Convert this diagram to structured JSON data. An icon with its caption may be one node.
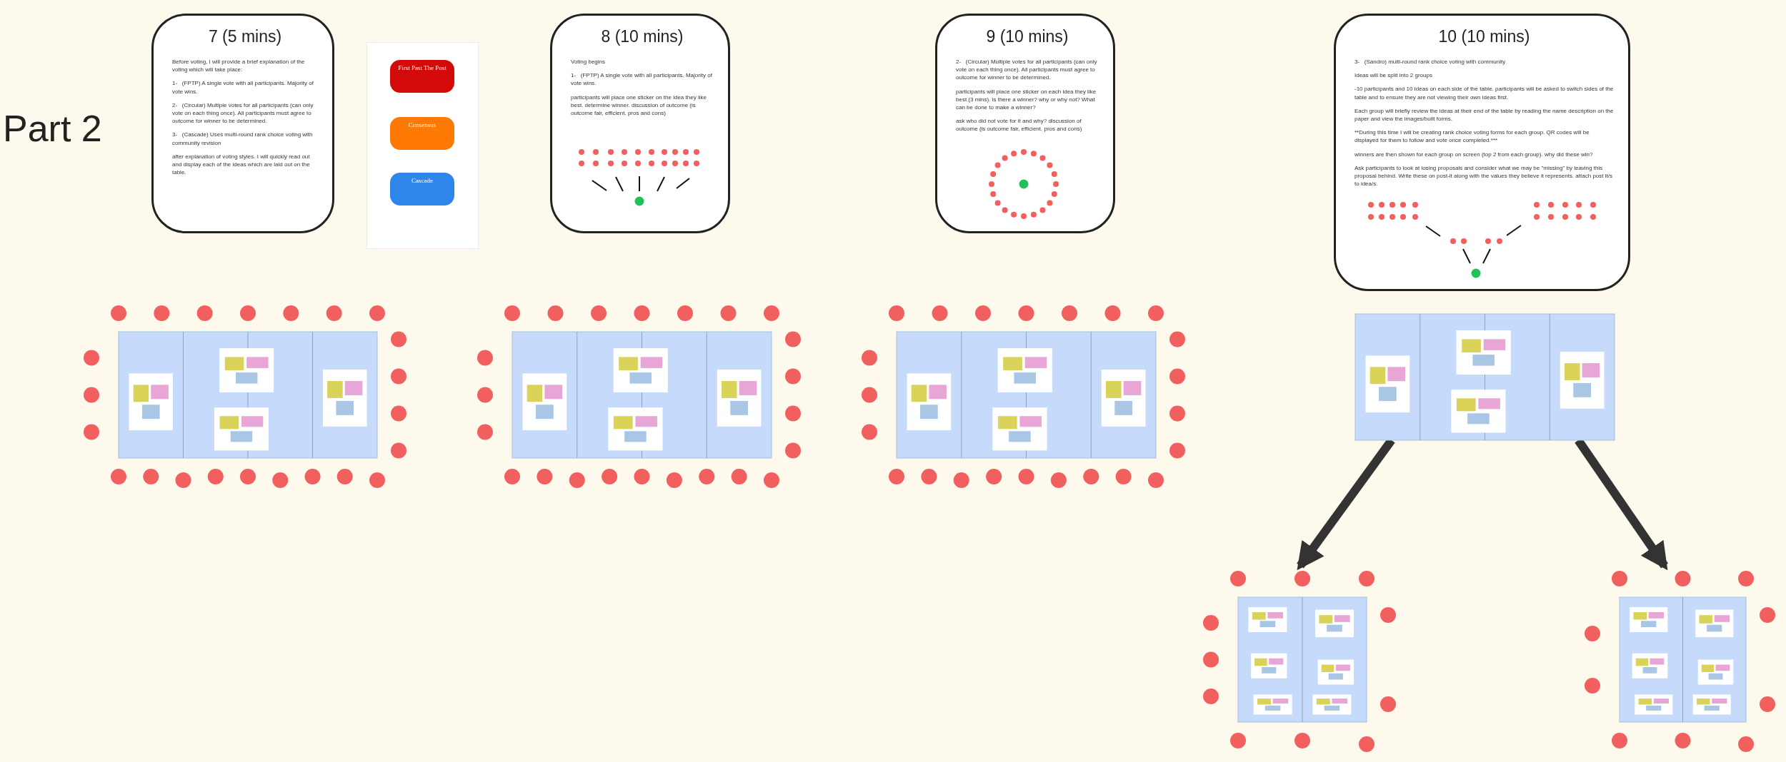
{
  "diagram": {
    "title": "Part 2",
    "nodes": [
      {
        "text": [
          "7 (5 mins)",
          "Before voting, I will provide a brief explanation of the voting which will take place:",
          "1-   (FPTP) A single vote with all participants. Majority of vote wins.",
          "2-   (Circular) Multiple votes for all participants (can only vote on each thing once). All participants must agree to outcome for winner to be determined.",
          "3-   (Cascade) Uses multi-round rank choice voting with community revision",
          "after explanation of voting styles. I will quickly read out and display each of the ideas which are laid out on the table."
        ]
      },
      {
        "text": [
          "8 (10 mins)",
          "Voting begins",
          "1-   (FPTP) A single vote with all participants. Majority of vote wins.",
          "participants will place one sticker on the idea they like best. determine winner. discussion of outcome (is outcome fair, efficient. pros and cons)"
        ]
      },
      {
        "text": [
          "9 (10 mins)",
          "2-   (Circular) Multiple votes for all participants (can only vote on each thing once). All participants must agree to outcome for winner to be determined.",
          "participants will place one sticker on each idea they like best (3 mins). is there a winner? why or why not? What can be done to make a winner?",
          "ask who did not vote for it and why? discussion of outcome (is outcome fair, efficient. pros and cons)"
        ]
      },
      {
        "text": [
          "10 (10 mins)",
          "3-   (Sandro) multi-round rank choice voting with community",
          "Ideas will be split into 2 groups",
          "-10 participants and 10 Ideas on each side of the table. participants will be asked to switch sides of the table and to ensure they are not viewing their own ideas first.",
          "Each group will briefly review the ideas at their end of the table by reading the name description on the paper and view the images/built forms.",
          "**During this time I will be creating rank choice voting forms for each group. QR codes will be displayed for them to follow and vote once completed.***",
          "winners are then shown for each group on screen (top 2 from each group). why did these win?",
          "Ask participants to look at losing proposals and consider what we may be \"missing\" by leaving this proposal behind. Write these on post-it along with the values they believe it represents. attach post it/s to idea/s."
        ]
      },
      {
        "text": [],
        "shape": "box"
      },
      {
        "text": [
          "First Past The Post"
        ],
        "in": 4
      },
      {
        "text": [
          "Consensus"
        ],
        "in": 4
      },
      {
        "text": [
          "Cascade"
        ],
        "in": 4
      },
      {
        "text": [],
        "shape": "picture"
      },
      {
        "text": [],
        "shape": "picture"
      },
      {
        "text": [],
        "shape": "picture"
      },
      {
        "text": [],
        "shape": "picture"
      },
      {
        "text": [],
        "shape": "picture"
      },
      {
        "text": [],
        "shape": "picture"
      }
    ],
    "edges": [
      {
        "from": 11,
        "to": 12,
        "arrow": "to"
      },
      {
        "from": 11,
        "to": 13,
        "arrow": "to"
      }
    ]
  }
}
